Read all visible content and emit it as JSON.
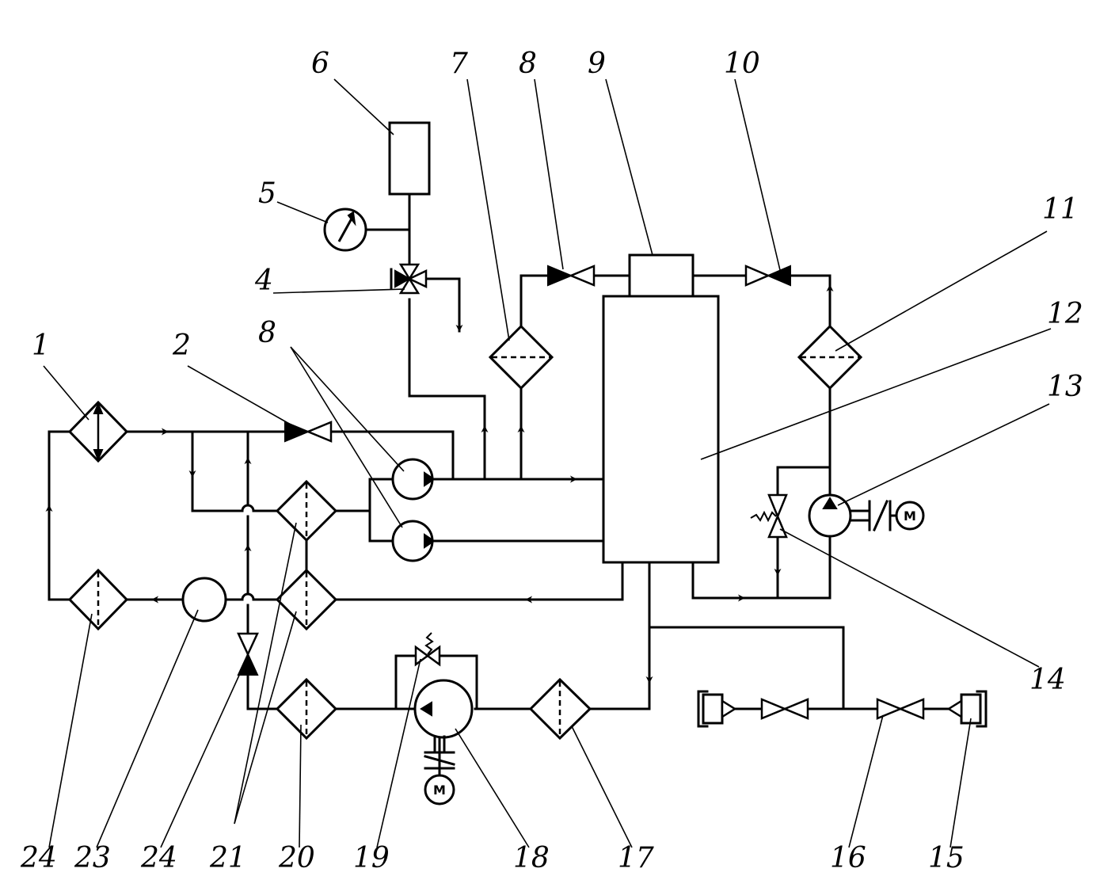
{
  "labels": {
    "l1": "1",
    "l2": "2",
    "l4": "4",
    "l5": "5",
    "l6": "6",
    "l7": "7",
    "l8a": "8",
    "l8b": "8",
    "l9": "9",
    "l10": "10",
    "l11": "11",
    "l12": "12",
    "l13": "13",
    "l14": "14",
    "l15": "15",
    "l16": "16",
    "l17": "17",
    "l18": "18",
    "l19": "19",
    "l20": "20",
    "l21": "21",
    "l23": "23",
    "l24a": "24",
    "l24b": "24"
  },
  "motor_letter": "M"
}
